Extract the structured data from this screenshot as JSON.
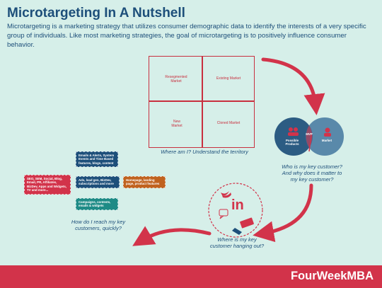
{
  "title": "Microtargeting In A Nutshell",
  "description": "Microtargeting is a marketing strategy that utilizes consumer demographic data to identify the interests of a very specific group of individuals. Like most marketing strategies, the goal of microtargeting is to positively influence consumer behavior.",
  "grid": {
    "cells": [
      "Resegmented Market",
      "Existing Market",
      "New Market",
      "Cloned Market"
    ],
    "caption": "Where am I? Understand the territory"
  },
  "venn": {
    "left_label": "Possible Products",
    "right_label": "Market",
    "center_label": "MVP",
    "caption_line1": "Who is my key customer?",
    "caption_line2": "And why does it matter to",
    "caption_line3": "my key customer?"
  },
  "social": {
    "icon_text": "in",
    "caption_line1": "Where is my key",
    "caption_line2": "customer hanging out?"
  },
  "channels": {
    "tags": [
      "Emails & Alerts, System Events and Time Based features, blogs, content",
      "SEO, SEM, Social, Blog, Email, PR, Affiliates, BizDev, Apps and Widgets, TV and more...",
      "Ads, lead gen, BizDev, subscriptions and more",
      "Homepage, landing page, product features",
      "Campaigns, contests, emails & widgets"
    ],
    "caption_line1": "How do I reach my key",
    "caption_line2": "customers, quickly?"
  },
  "colors": {
    "navy": "#1d4f7a",
    "red": "#d2334a",
    "dark_red": "#c8303f",
    "teal": "#1e8b86",
    "orange": "#c0621f",
    "venn_blue": "#3a6f9a"
  },
  "footer": {
    "brand": "FourWeekMBA"
  }
}
